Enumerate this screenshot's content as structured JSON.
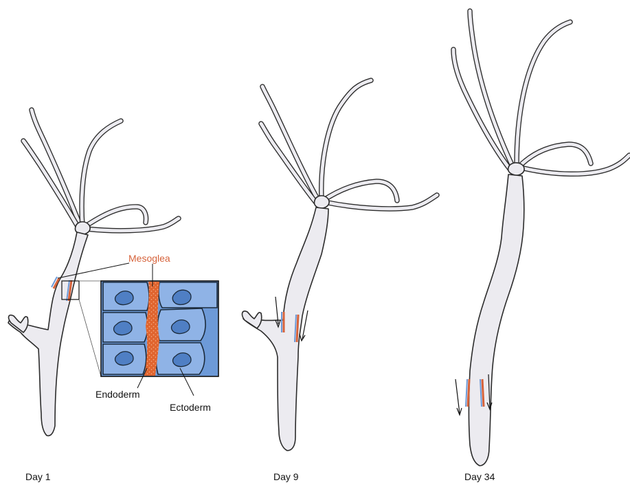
{
  "colors": {
    "mesoglea": "#d6623a",
    "ectoderm_blue": "#6d9ad8",
    "cell_fill": "#8fb3e6",
    "nucleus_fill": "#4f7fc4",
    "body_fill": "#ecebf0",
    "outline": "#2b2b2b"
  },
  "labels": {
    "mesoglea": "Mesoglea",
    "endoderm": "Endoderm",
    "ectoderm": "Ectoderm"
  },
  "panels": [
    {
      "day_label": "Day 1"
    },
    {
      "day_label": "Day 9"
    },
    {
      "day_label": "Day 34"
    }
  ]
}
